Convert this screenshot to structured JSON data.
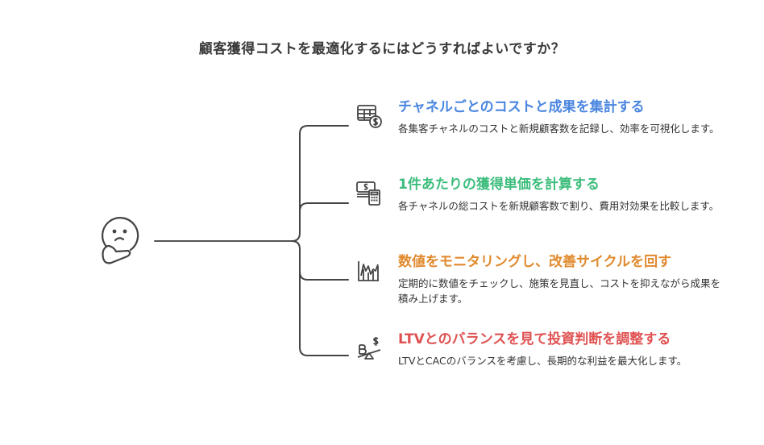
{
  "title": "顧客獲得コストを最適化するにはどうすればよいですか？",
  "center_icon": "thinking-face-icon",
  "items": [
    {
      "icon": "spreadsheet-dollar-icon",
      "heading": "チャネルごとのコストと成果を集計する",
      "description": "各集客チャネルのコストと新規顧客数を記録し、効率を可視化します。",
      "color": "#4a86e0"
    },
    {
      "icon": "money-calculator-icon",
      "heading": "1件あたりの獲得単価を計算する",
      "description": "各チャネルの総コストを新規顧客数で割り、費用対効果を比較します。",
      "color": "#3dbd7d"
    },
    {
      "icon": "line-chart-icon",
      "heading": "数値をモニタリングし、改善サイクルを回す",
      "description": "定期的に数値をチェックし、施策を見直し、コストを抑えながら成果を積み上げます。",
      "color": "#e08a2e"
    },
    {
      "icon": "balance-seesaw-icon",
      "heading": "LTVとのバランスを見て投資判断を調整する",
      "description": "LTVとCACのバランスを考慮し、長期的な利益を最大化します。",
      "color": "#e05252"
    }
  ]
}
